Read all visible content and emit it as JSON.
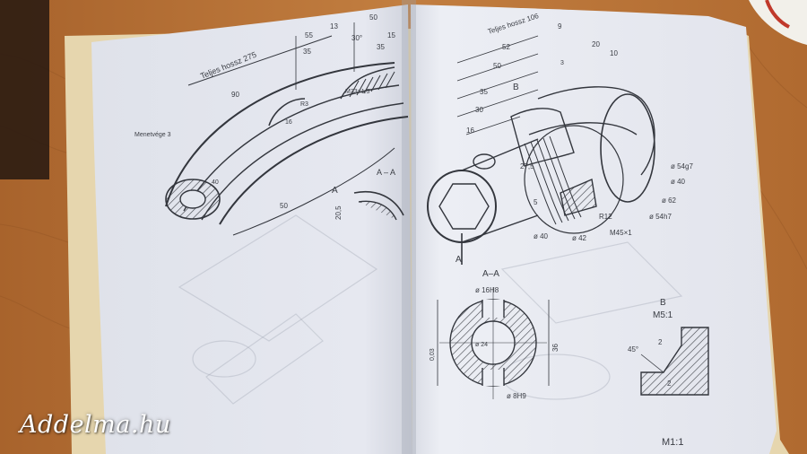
{
  "watermark": "Addelma.hu",
  "colors": {
    "wood": "#c07a3c",
    "paper": "#e9ebf2",
    "ink": "#33363d"
  },
  "left_page": {
    "title": "Teljes hossz 275",
    "section_label": "A – A",
    "reference_label": "Menetvége 3",
    "dims": [
      "55",
      "13",
      "50",
      "35",
      "15",
      "30°",
      "35",
      "90",
      "50",
      "40",
      "16",
      "M33×1.5",
      "R3",
      "20,5",
      "A"
    ]
  },
  "right_page": {
    "title": "Teljes hossz 106",
    "dims": [
      "52",
      "9",
      "50",
      "35",
      "20",
      "16",
      "3",
      "10",
      "30",
      "27,5",
      "5",
      "R12",
      "M45×1",
      "ø 42",
      "ø 40",
      "ø 54g7",
      "ø 40",
      "ø 62",
      "ø 54h7",
      "A",
      "B"
    ],
    "section_title": "A–A",
    "section_dims": [
      "ø 16H8",
      "ø 24",
      "36",
      "ø 8H9",
      "0,03"
    ],
    "detail_title": "B",
    "detail_scale": "M5:1",
    "detail_dims": [
      "45°",
      "2",
      "2"
    ],
    "scale": "M1:1"
  }
}
